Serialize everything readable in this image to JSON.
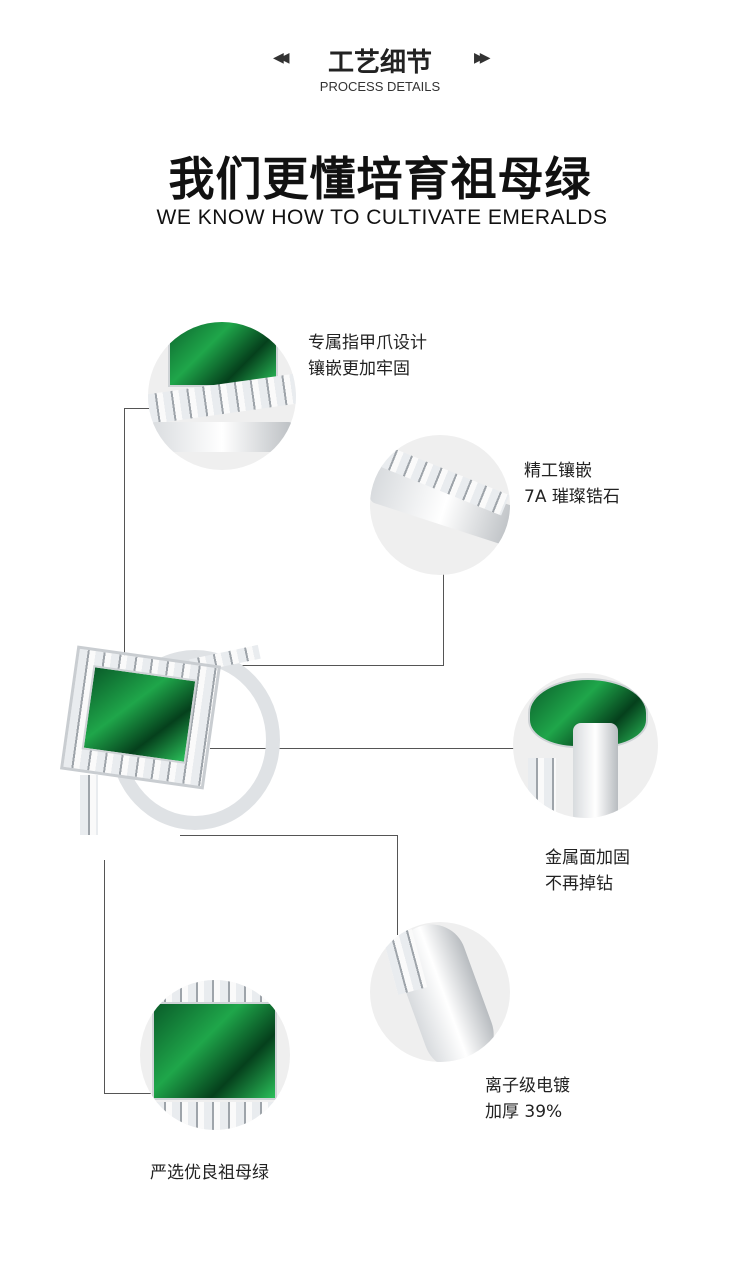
{
  "header": {
    "title_cn": "工艺细节",
    "title_en": "PROCESS DETAILS",
    "left_arrow": "◀◀",
    "right_arrow": "▶▶"
  },
  "headline": {
    "cn": "我们更懂培育祖母绿",
    "en": "WE KNOW HOW TO CULTIVATE EMERALDS"
  },
  "details": [
    {
      "line1": "专属指甲爪设计",
      "line2": "镶嵌更加牢固"
    },
    {
      "line1": "精工镶嵌",
      "line2": "7A 璀璨锆石"
    },
    {
      "line1": "金属面加固",
      "line2": "不再掉钻"
    },
    {
      "line1": "离子级电镀",
      "line2": "加厚 39%"
    },
    {
      "line1": "严选优良祖母绿"
    }
  ],
  "colors": {
    "emerald": "#1a8a3c",
    "line": "#555555"
  }
}
